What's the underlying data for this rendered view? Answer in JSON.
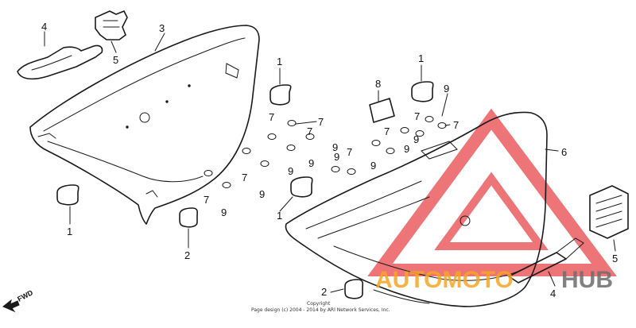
{
  "callouts": {
    "c1_top": "1",
    "c1_right": "1",
    "c1_left": "1",
    "c1_center": "1",
    "c2_left": "2",
    "c2_bottom": "2",
    "c3": "3",
    "c4_emblem": "4",
    "c4_bolt": "4",
    "c5_left": "5",
    "c5_right": "5",
    "c6": "6",
    "c7_a": "7",
    "c7_b": "7",
    "c7_c": "7",
    "c7_d": "7",
    "c7_e": "7",
    "c7_f": "7",
    "c7_g": "7",
    "c7_h": "7",
    "c7_i": "7",
    "c8": "8",
    "c9_a": "9",
    "c9_b": "9",
    "c9_c": "9",
    "c9_d": "9",
    "c9_e": "9",
    "c9_f": "9",
    "c9_g": "9",
    "c9_h": "9",
    "c9_i": "9",
    "c9_j": "9"
  },
  "fwd_label": "FWD",
  "copyright_line1": "Copyright",
  "copyright_line2": "Page design (c) 2004 - 2014 by ARI Network Services, Inc.",
  "watermark": {
    "part1": "AUTOMOTO",
    "part2": "HUB"
  },
  "colors": {
    "line": "#1a1a1a",
    "watermark_red": "#e8464a",
    "watermark_orange": "#f5a623",
    "watermark_gray": "#6d6d6d"
  }
}
